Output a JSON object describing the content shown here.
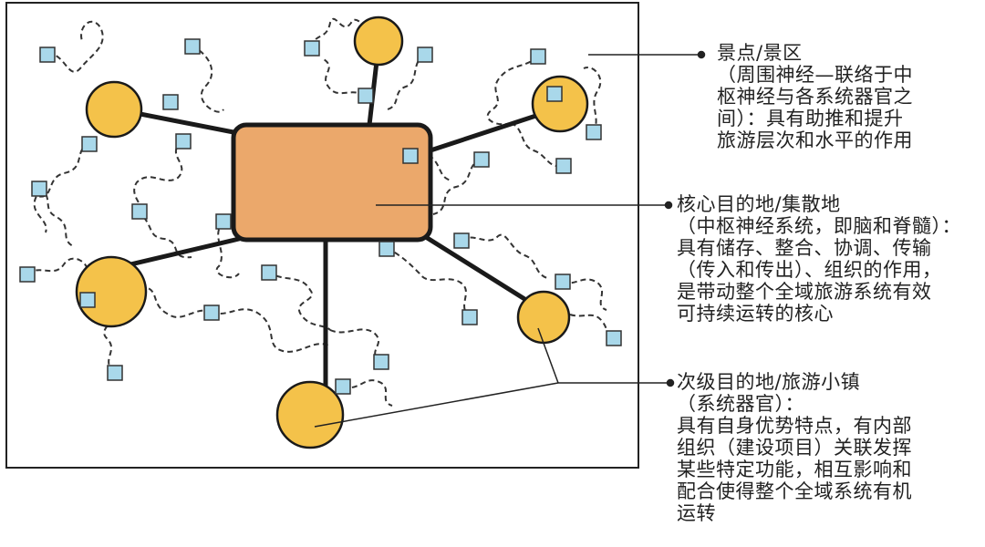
{
  "colors": {
    "hub_fill": "#EBA86B",
    "node_fill": "#F4C24A",
    "square_fill": "#A9D8EA",
    "line": "#1a1a1a"
  },
  "annotations": {
    "scenic": "景点/景区\n（周围神经—联络于中\n枢神经与各系统器官之\n间）：具有助推和提升\n旅游层次和水平的作用",
    "core": "核心目的地/集散地\n（中枢神经系统，即脑和脊髓）：\n具有储存、整合、协调、传输\n（传入和传出）、组织的作用，\n是带动整个全域旅游系统有效\n可持续运转的核心",
    "secondary": "次级目的地/旅游小镇\n（系统器官）：\n具有自身优势特点，有内部\n组织（建设项目）关联发挥\n某些特定功能，相互影响和\n配合使得整个全域系统有机\n运转"
  }
}
